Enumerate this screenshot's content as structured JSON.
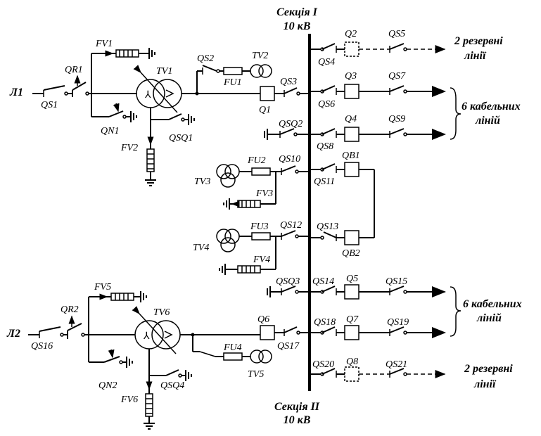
{
  "sections": {
    "s1_title": "Секція І",
    "s1_voltage": "10 кВ",
    "s2_title": "Секція ІІ",
    "s2_voltage": "10 кВ"
  },
  "groups": {
    "reserve_top_1": "2 резервні",
    "reserve_top_2": "лінії",
    "cable_top_1": "6 кабельних",
    "cable_top_2": "ліній",
    "cable_bot_1": "6 кабельних",
    "cable_bot_2": "ліній",
    "reserve_bot_1": "2 резервні",
    "reserve_bot_2": "лінії"
  },
  "lines": {
    "l1": "Л1",
    "l2": "Л2"
  },
  "labels": {
    "QS1": "QS1",
    "QR1": "QR1",
    "FV1": "FV1",
    "QN1": "QN1",
    "TV1": "TV1",
    "FV2": "FV2",
    "QSQ1": "QSQ1",
    "QS2": "QS2",
    "FU1": "FU1",
    "TV2": "TV2",
    "QS3": "QS3",
    "Q1": "Q1",
    "QS4": "QS4",
    "Q2": "Q2",
    "QS5": "QS5",
    "QS6": "QS6",
    "Q3": "Q3",
    "QS7": "QS7",
    "QSQ2": "QSQ2",
    "QS8": "QS8",
    "Q4": "Q4",
    "QS9": "QS9",
    "TV3": "TV3",
    "FU2": "FU2",
    "QS10": "QS10",
    "FV3": "FV3",
    "QS11": "QS11",
    "QB1": "QB1",
    "TV4": "TV4",
    "FU3": "FU3",
    "QS12": "QS12",
    "FV4": "FV4",
    "QS13": "QS13",
    "QB2": "QB2",
    "QSQ3": "QSQ3",
    "QS14": "QS14",
    "Q5": "Q5",
    "QS15": "QS15",
    "QS16": "QS16",
    "QR2": "QR2",
    "FV5": "FV5",
    "QN2": "QN2",
    "TV6": "TV6",
    "FV6": "FV6",
    "QSQ4": "QSQ4",
    "Q6": "Q6",
    "QS17": "QS17",
    "FU4": "FU4",
    "TV5": "TV5",
    "QS18": "QS18",
    "Q7": "Q7",
    "QS19": "QS19",
    "QS20": "QS20",
    "Q8": "Q8",
    "QS21": "QS21"
  }
}
